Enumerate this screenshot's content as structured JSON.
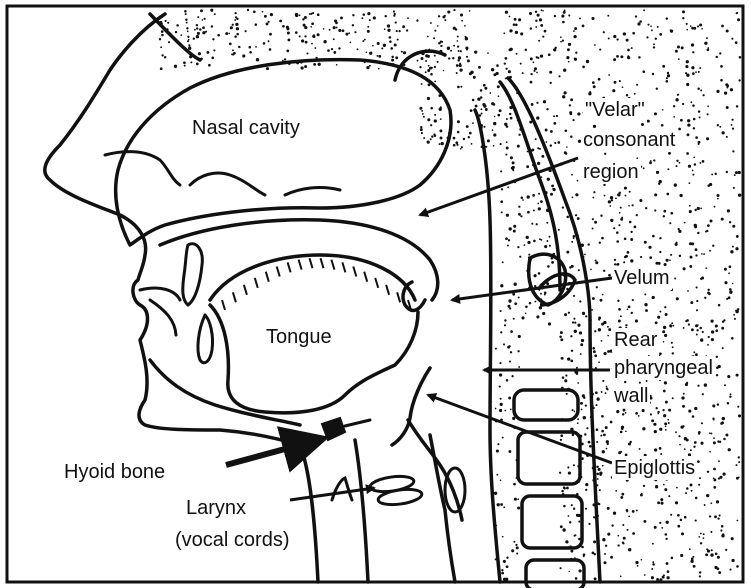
{
  "diagram": {
    "labels": {
      "nasal_cavity": "Nasal cavity",
      "velar_line1": "\"Velar\"",
      "velar_line2": "consonant",
      "velar_line3": "region",
      "velum": "Velum",
      "tongue": "Tongue",
      "rear_line1": "Rear",
      "rear_line2": "pharyngeal",
      "rear_line3": "wall",
      "hyoid_bone": "Hyoid bone",
      "epiglottis": "Epiglottis",
      "larynx_line1": "Larynx",
      "larynx_line2": "(vocal cords)"
    },
    "colors": {
      "ink": "#111111",
      "paper": "#ffffff"
    }
  }
}
